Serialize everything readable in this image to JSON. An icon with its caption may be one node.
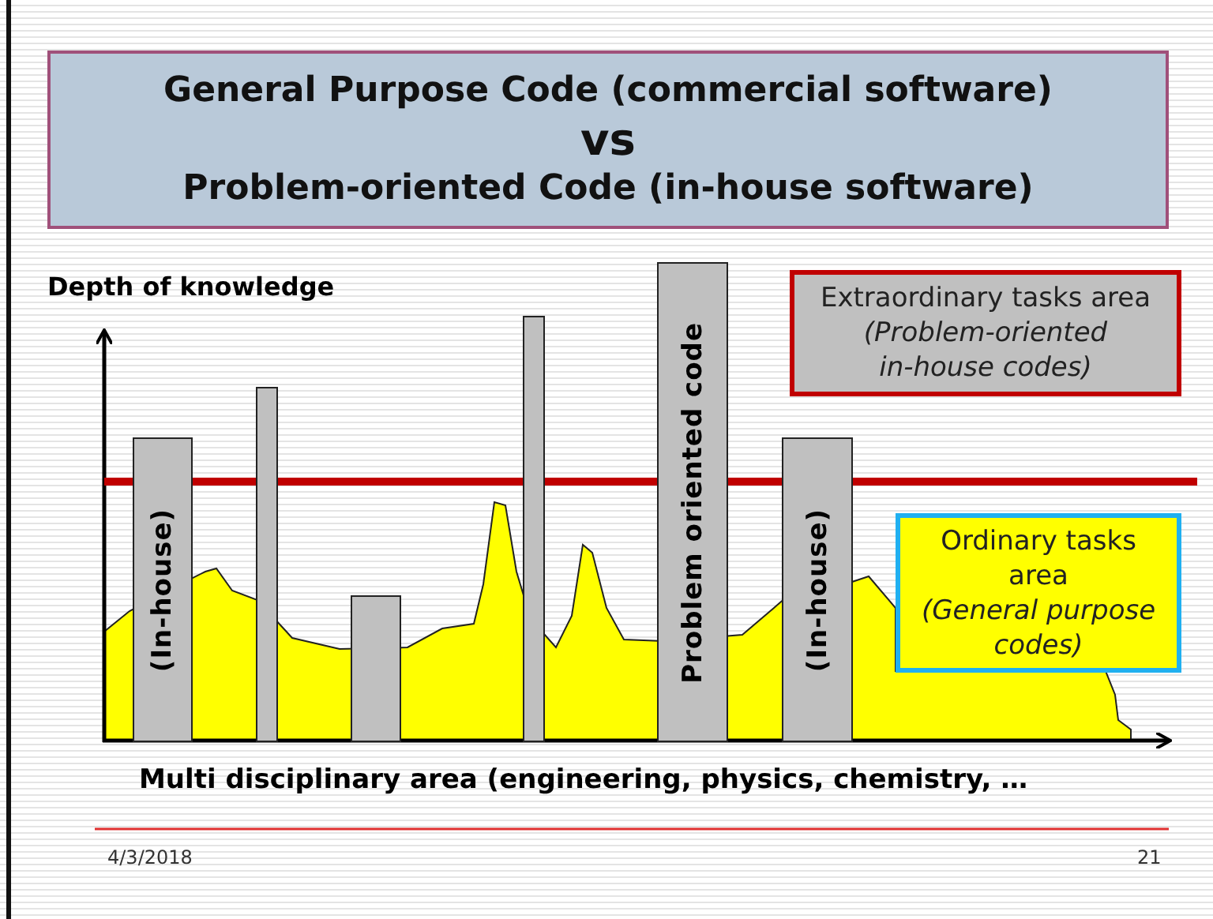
{
  "diagram": {
    "nodes": [
      {
        "text": [
          "General Purpose Code (commercial software)",
          "vs",
          "Problem-oriented Code (in-house software)"
        ]
      },
      {
        "text": [
          "Extraordinary tasks area",
          "(Problem-oriented in-house codes)"
        ]
      },
      {
        "text": [
          "(In-house)"
        ]
      },
      {
        "text": [],
        "shape": "bar"
      },
      {
        "text": [],
        "shape": "bar"
      },
      {
        "text": [],
        "shape": "bar"
      },
      {
        "text": [
          "Problem oriented code"
        ]
      },
      {
        "text": [
          "(In-house)"
        ]
      },
      {
        "text": [
          "Ordinary tasks area",
          "(General purpose codes)"
        ]
      }
    ],
    "edges": [],
    "labels": [
      "Depth of knowledge",
      "Multi disciplinary area (engineering, physics, chemistry, …",
      "4/3/2018",
      "21"
    ]
  }
}
